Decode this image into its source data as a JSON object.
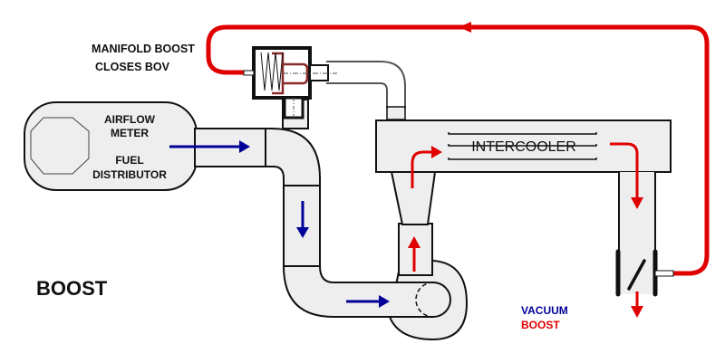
{
  "diagram": {
    "title": "BOOST",
    "labels": {
      "bov_note_line1": "MANIFOLD BOOST",
      "bov_note_line2": "CLOSES BOV",
      "airflow_line1": "AIRFLOW",
      "airflow_line2": "METER",
      "fuel_line1": "FUEL",
      "fuel_line2": "DISTRIBUTOR",
      "intercooler": "INTERCOOLER"
    },
    "legend": [
      {
        "label": "VACUUM",
        "color": "#000099"
      },
      {
        "label": "BOOST",
        "color": "#e00000"
      }
    ],
    "colors": {
      "vacuum": "#000099",
      "boost": "#e00000",
      "pipe_fill": "#eeeeee",
      "outline": "#111111",
      "bov_piston": "#8b2a2a",
      "hose": "#555555"
    }
  }
}
